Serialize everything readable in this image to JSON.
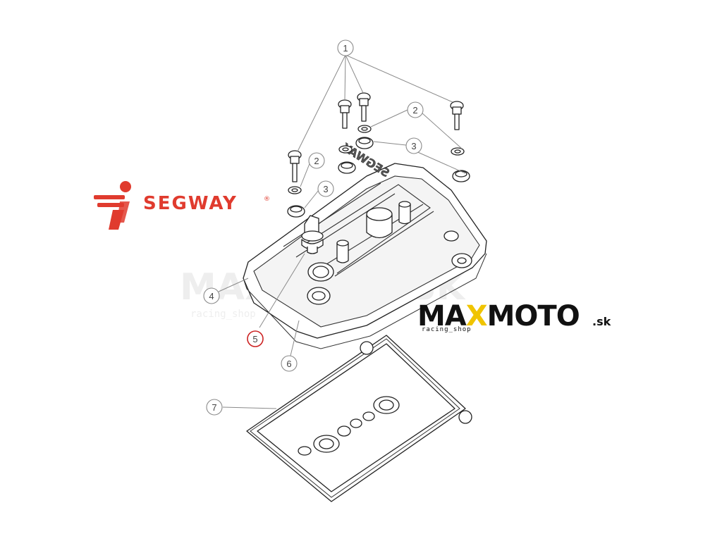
{
  "diagram": {
    "callouts": [
      {
        "id": "1",
        "label": "1",
        "highlighted": false
      },
      {
        "id": "2a",
        "label": "2",
        "highlighted": false
      },
      {
        "id": "2b",
        "label": "2",
        "highlighted": false
      },
      {
        "id": "3a",
        "label": "3",
        "highlighted": false
      },
      {
        "id": "3b",
        "label": "3",
        "highlighted": false
      },
      {
        "id": "4",
        "label": "4",
        "highlighted": false
      },
      {
        "id": "5",
        "label": "5",
        "highlighted": true
      },
      {
        "id": "6",
        "label": "6",
        "highlighted": false
      },
      {
        "id": "7",
        "label": "7",
        "highlighted": false
      }
    ],
    "cover_embossing": "SEGWAY",
    "highlight_color": "#cc2222"
  },
  "logos": {
    "segway": {
      "text": "SEGWAY",
      "mark": "®",
      "color": "#e03b2e"
    },
    "maxmoto": {
      "max": "MA",
      "x": "X",
      "moto": "MOTO",
      "suffix": ".sk",
      "tagline": "racing_shop",
      "x_color": "#f0c400",
      "text_color": "#111111"
    },
    "watermark": {
      "text": "MAXMOTO.SK",
      "tagline": "racing_shop"
    }
  },
  "colors": {
    "line": "#222222",
    "leader": "#8a8a8a",
    "background": "#ffffff"
  }
}
